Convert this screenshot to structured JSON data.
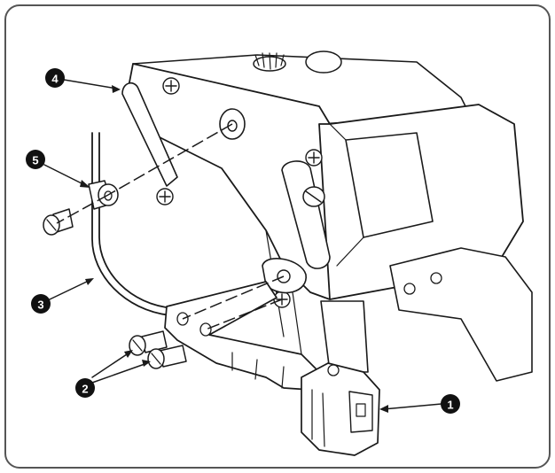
{
  "callouts": [
    {
      "id": "1",
      "label": "1"
    },
    {
      "id": "2",
      "label": "2"
    },
    {
      "id": "3",
      "label": "3"
    },
    {
      "id": "4",
      "label": "4"
    },
    {
      "id": "5",
      "label": "5"
    }
  ],
  "colors": {
    "ink": "#1a1a1a",
    "frame": "#555555",
    "paper": "#ffffff"
  }
}
